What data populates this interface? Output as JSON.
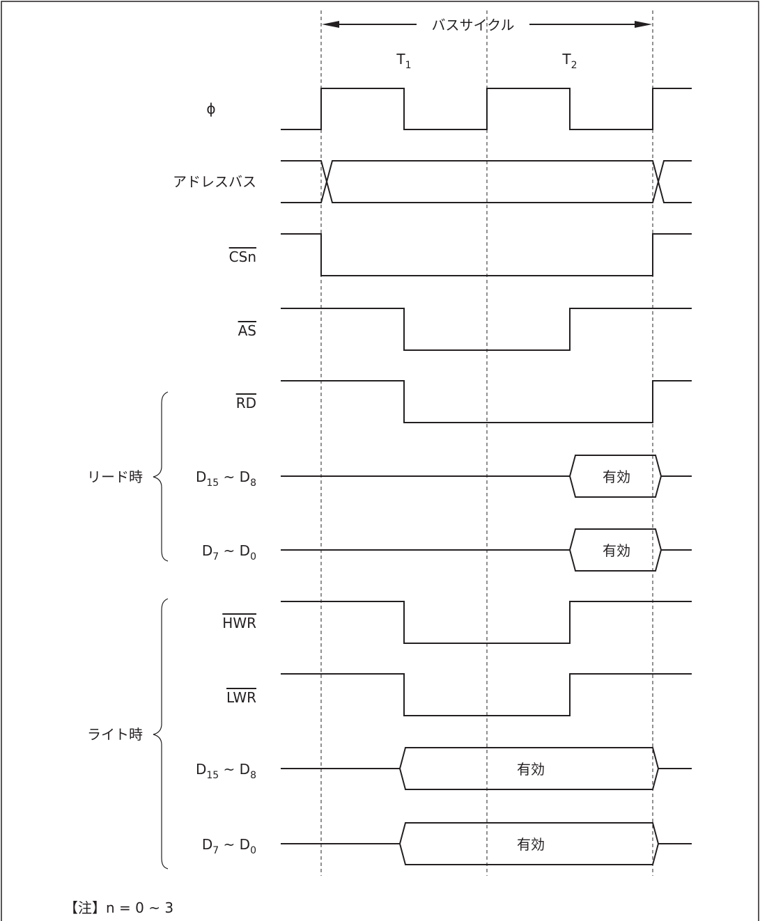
{
  "diagram": {
    "bus_cycle_label": "バスサイクル",
    "states": [
      {
        "base": "T",
        "sub": "1"
      },
      {
        "base": "T",
        "sub": "2"
      }
    ],
    "signals": {
      "phi": {
        "label": "ϕ"
      },
      "address_bus": {
        "label": "アドレスバス"
      },
      "csn": {
        "label": "CSn",
        "overbar": true
      },
      "as": {
        "label": "AS",
        "overbar": true
      },
      "rd": {
        "label": "RD",
        "overbar": true
      },
      "read_d15_d8": {
        "a": "D",
        "a_sub": "15",
        "sep": " ~ ",
        "b": "D",
        "b_sub": "8",
        "data_label": "有効"
      },
      "read_d7_d0": {
        "a": "D",
        "a_sub": "7",
        "sep": " ~ ",
        "b": "D",
        "b_sub": "0",
        "data_label": "有効"
      },
      "hwr": {
        "label": "HWR",
        "overbar": true
      },
      "lwr": {
        "label": "LWR",
        "overbar": true
      },
      "write_d15_d8": {
        "a": "D",
        "a_sub": "15",
        "sep": " ~ ",
        "b": "D",
        "b_sub": "8",
        "data_label": "有効"
      },
      "write_d7_d0": {
        "a": "D",
        "a_sub": "7",
        "sep": " ~ ",
        "b": "D",
        "b_sub": "0",
        "data_label": "有効"
      }
    },
    "groups": {
      "read": "リード時",
      "write": "ライト時"
    },
    "note": "【注】n = 0 ~ 3"
  }
}
